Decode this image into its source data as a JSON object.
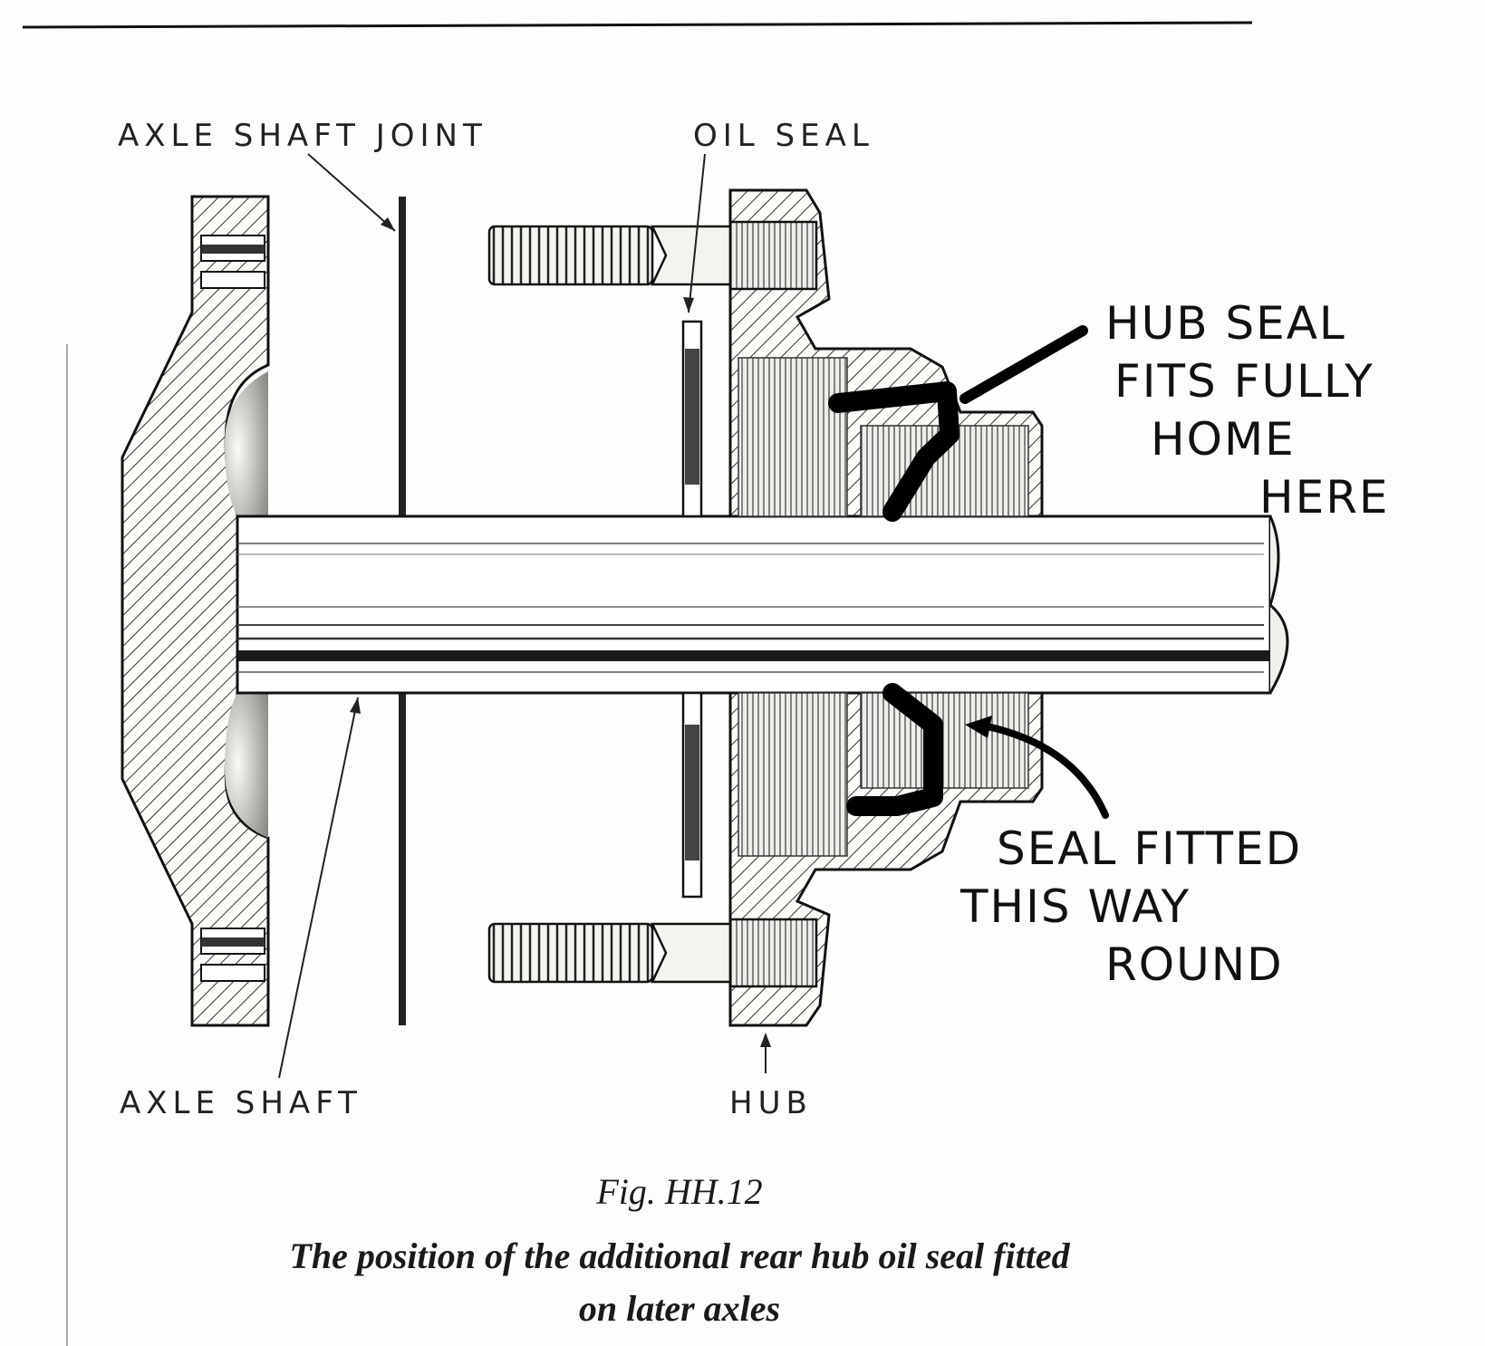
{
  "labels": {
    "axle_shaft_joint": "AXLE SHAFT JOINT",
    "oil_seal": "OIL SEAL",
    "axle_shaft": "AXLE SHAFT",
    "hub": "HUB"
  },
  "annotations": {
    "hub_seal_lines": [
      "HUB SEAL",
      "FITS FULLY",
      "HOME",
      "HERE"
    ],
    "seal_fitted_lines": [
      "SEAL FITTED",
      "THIS WAY",
      "ROUND"
    ]
  },
  "figure": {
    "number": "Fig. HH.12",
    "caption_line1": "The position of the additional rear hub oil seal fitted",
    "caption_line2": "on later axles"
  }
}
